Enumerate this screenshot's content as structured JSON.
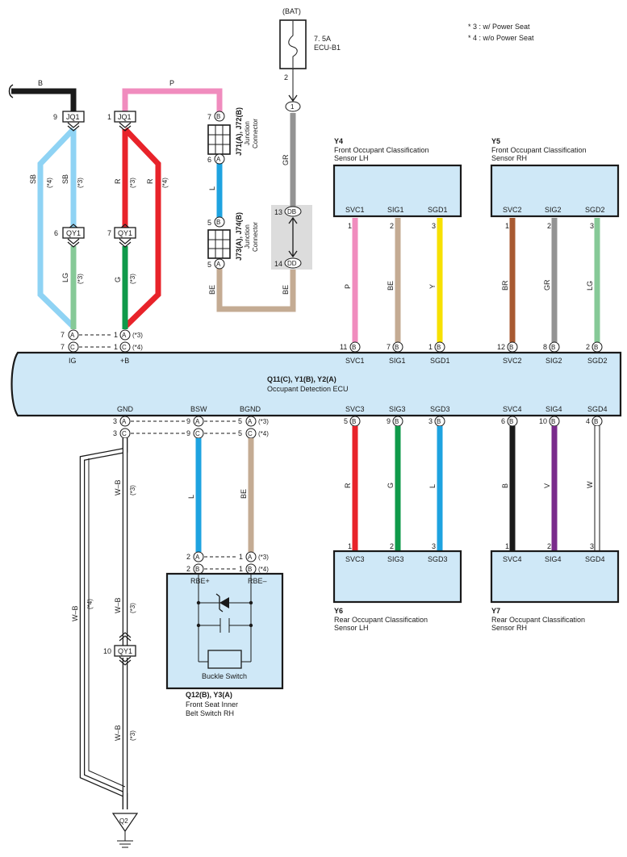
{
  "notes": [
    "* 3 : w/ Power Seat",
    "* 4 : w/o Power Seat"
  ],
  "fuse": {
    "source": "(BAT)",
    "rating": "7. 5A",
    "name": "ECU-B1",
    "pin": "2"
  },
  "ecu": {
    "code": "Q11(C), Y1(B), Y2(A)",
    "name": "Occupant Detection ECU",
    "top_labels": [
      "IG",
      "+B",
      "SVC1",
      "SIG1",
      "SGD1",
      "SVC2",
      "SIG2",
      "SGD2"
    ],
    "bottom_labels": [
      "GND",
      "BSW",
      "BGND",
      "SVC3",
      "SIG3",
      "SGD3",
      "SVC4",
      "SIG4",
      "SGD4"
    ]
  },
  "sensors": {
    "y4": {
      "code": "Y4",
      "name": "Front Occupant Classification",
      "name2": "Sensor LH",
      "pins": [
        "SVC1",
        "SIG1",
        "SGD1"
      ]
    },
    "y5": {
      "code": "Y5",
      "name": "Front Occupant Classification",
      "name2": "Sensor RH",
      "pins": [
        "SVC2",
        "SIG2",
        "SGD2"
      ]
    },
    "y6": {
      "code": "Y6",
      "name": "Rear Occupant Classification",
      "name2": "Sensor LH",
      "pins": [
        "SVC3",
        "SIG3",
        "SGD3"
      ]
    },
    "y7": {
      "code": "Y7",
      "name": "Rear Occupant Classification",
      "name2": "Sensor RH",
      "pins": [
        "SVC4",
        "SIG4",
        "SGD4"
      ]
    }
  },
  "buckle": {
    "code": "Q12(B), Y3(A)",
    "name": "Front Seat Inner",
    "name2": "Belt Switch RH",
    "pin_plus": "RBE+",
    "pin_minus": "RBE–",
    "switch_label": "Buckle Switch"
  },
  "junctions": {
    "j1": {
      "code": "J71(A), J72(B)",
      "label": "Junction",
      "label2": "Connector"
    },
    "j2": {
      "code": "J73(A), J74(B)",
      "label": "Junction",
      "label2": "Connector"
    }
  },
  "ground": {
    "code": "Q2"
  },
  "connector_tags": {
    "jq1a": "JQ1",
    "jq1b": "JQ1",
    "qy1a": "QY1",
    "qy1b": "QY1",
    "qy1c": "QY1"
  },
  "wire_colors": {
    "B": "#1a1a1a",
    "P": "#f08cbe",
    "SB": "#8fd3f4",
    "R": "#e8232a",
    "LG": "#86c997",
    "G": "#0f9a4a",
    "L": "#1ea3e0",
    "BE": "#c4ab93",
    "GR": "#939393",
    "Y": "#f7e100",
    "BR": "#a85a32",
    "V": "#7a2b8c",
    "W": "#ffffff",
    "W-B": "#ffffff"
  },
  "wires": {
    "b_top": "B",
    "p_top": "P",
    "sb_a": "SB",
    "sb_b": "SB",
    "r_a": "R",
    "r_b": "R",
    "lg": "LG",
    "g": "G",
    "l_j": "L",
    "be_j": "BE",
    "be_j2": "BE",
    "gr": "GR",
    "y4_1": "P",
    "y4_2": "BE",
    "y4_3": "Y",
    "y5_1": "BR",
    "y5_2": "GR",
    "y5_3": "LG",
    "y6_1": "R",
    "y6_2": "G",
    "y6_3": "L",
    "y7_1": "B",
    "y7_2": "V",
    "y7_3": "W",
    "bsw": "L",
    "bgnd": "BE",
    "wb_1": "W–B",
    "wb_2": "W–B",
    "wb_3": "W–B",
    "wb_4": "W–B"
  },
  "wire_notes": {
    "sb_a": "(*4)",
    "sb_b": "(*3)",
    "r_a": "(*3)",
    "r_b": "(*4)",
    "lg": "(*3)",
    "g": "(*3)",
    "wb_1": "(*3)",
    "wb_2": "(*4)",
    "wb_3": "(*3)",
    "wb_4": "(*3)"
  },
  "pins": {
    "jq1a": "9",
    "jq1b": "1",
    "qy1a": "6",
    "qy1b": "7",
    "qy1c": "10",
    "ig_a": "7",
    "ig_c": "7",
    "b_a": "1",
    "b_c": "1",
    "svc1": "11",
    "sig1": "7",
    "sgd1": "1",
    "svc2": "12",
    "sig2": "8",
    "sgd2": "2",
    "gnd_a": "3",
    "gnd_c": "3",
    "bsw_a": "9",
    "bsw_c": "9",
    "bgnd_a": "5",
    "bgnd_c": "5",
    "svc3": "5",
    "sig3": "9",
    "sgd3": "3",
    "svc4": "6",
    "sig4": "10",
    "sgd4": "4",
    "j1_top": "7",
    "j1_bot": "6",
    "j2_top": "5",
    "j2_bot": "5",
    "dd_top": "13",
    "dd_bot": "14",
    "y4": [
      "1",
      "2",
      "3"
    ],
    "y5": [
      "1",
      "2",
      "3"
    ],
    "y6": [
      "1",
      "2",
      "3"
    ],
    "y7": [
      "1",
      "2",
      "3"
    ],
    "buckle_a_l": "2",
    "buckle_b_l": "2",
    "buckle_a_r": "1",
    "buckle_b_r": "1"
  },
  "pin_letters": {
    "a": "A",
    "b": "B",
    "c": "C",
    "db": "DB",
    "dd": "DD",
    "one": "1"
  },
  "option_marks": {
    "w3": "(*3)",
    "w4": "(*4)"
  }
}
